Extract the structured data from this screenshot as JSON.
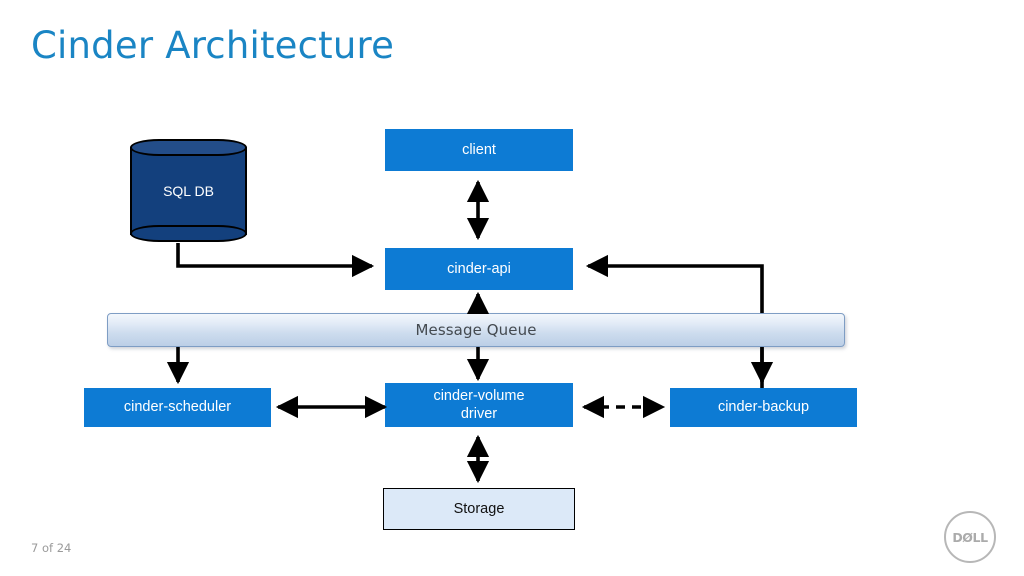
{
  "slide": {
    "title": "Cinder Architecture",
    "footer_pager": "7 of 24",
    "background_color": "#ffffff"
  },
  "palette": {
    "title_blue": "#1a85c4",
    "node_blue": "#0d7bd4",
    "db_dark_blue": "#13407d",
    "storage_light_blue": "#dce9f8",
    "mq_gradient_top": "#f3f7fc",
    "mq_gradient_bottom": "#bccfe6",
    "connector_black": "#000000",
    "footer_gray": "#9a9a9a",
    "logo_gray": "#ababab"
  },
  "diagram": {
    "type": "architecture-block-diagram",
    "nodes": [
      {
        "id": "sqldb",
        "label": "SQL DB",
        "shape": "cylinder",
        "fill": "#13407d",
        "text_color": "#ffffff"
      },
      {
        "id": "client",
        "label": "client",
        "shape": "rect",
        "fill": "#0d7bd4",
        "text_color": "#ffffff"
      },
      {
        "id": "cinder-api",
        "label": "cinder-api",
        "shape": "rect",
        "fill": "#0d7bd4",
        "text_color": "#ffffff"
      },
      {
        "id": "message-queue",
        "label": "Message Queue",
        "shape": "bar",
        "fill": "#d6e2f0",
        "text_color": "#444a50"
      },
      {
        "id": "cinder-scheduler",
        "label": "cinder-scheduler",
        "shape": "rect",
        "fill": "#0d7bd4",
        "text_color": "#ffffff"
      },
      {
        "id": "cinder-volume",
        "label_line1": "cinder-volume",
        "label_line2": "driver",
        "shape": "rect",
        "fill": "#0d7bd4",
        "text_color": "#ffffff"
      },
      {
        "id": "cinder-backup",
        "label": "cinder-backup",
        "shape": "rect",
        "fill": "#0d7bd4",
        "text_color": "#ffffff"
      },
      {
        "id": "storage",
        "label": "Storage",
        "shape": "rect",
        "fill": "#dce9f8",
        "text_color": "#111111"
      }
    ],
    "edges": [
      {
        "from": "client",
        "to": "cinder-api",
        "style": "solid",
        "arrows": "both"
      },
      {
        "from": "sqldb",
        "to": "cinder-api",
        "style": "solid",
        "arrows": "to",
        "routing": "elbow-left"
      },
      {
        "from": "cinder-backup",
        "to": "cinder-api",
        "style": "solid",
        "arrows": "to",
        "routing": "elbow-right"
      },
      {
        "from": "message-queue",
        "to": "cinder-api",
        "style": "solid",
        "arrows": "to"
      },
      {
        "from": "message-queue",
        "to": "cinder-scheduler",
        "style": "solid",
        "arrows": "to"
      },
      {
        "from": "message-queue",
        "to": "cinder-volume",
        "style": "solid",
        "arrows": "to"
      },
      {
        "from": "message-queue",
        "to": "cinder-backup",
        "style": "solid",
        "arrows": "to"
      },
      {
        "from": "cinder-scheduler",
        "to": "cinder-volume",
        "style": "solid",
        "arrows": "both"
      },
      {
        "from": "cinder-volume",
        "to": "cinder-backup",
        "style": "dashed",
        "arrows": "both"
      },
      {
        "from": "cinder-volume",
        "to": "storage",
        "style": "solid",
        "arrows": "both"
      }
    ]
  },
  "logo": {
    "name": "dell-logo",
    "wordmark": "DØLL"
  }
}
